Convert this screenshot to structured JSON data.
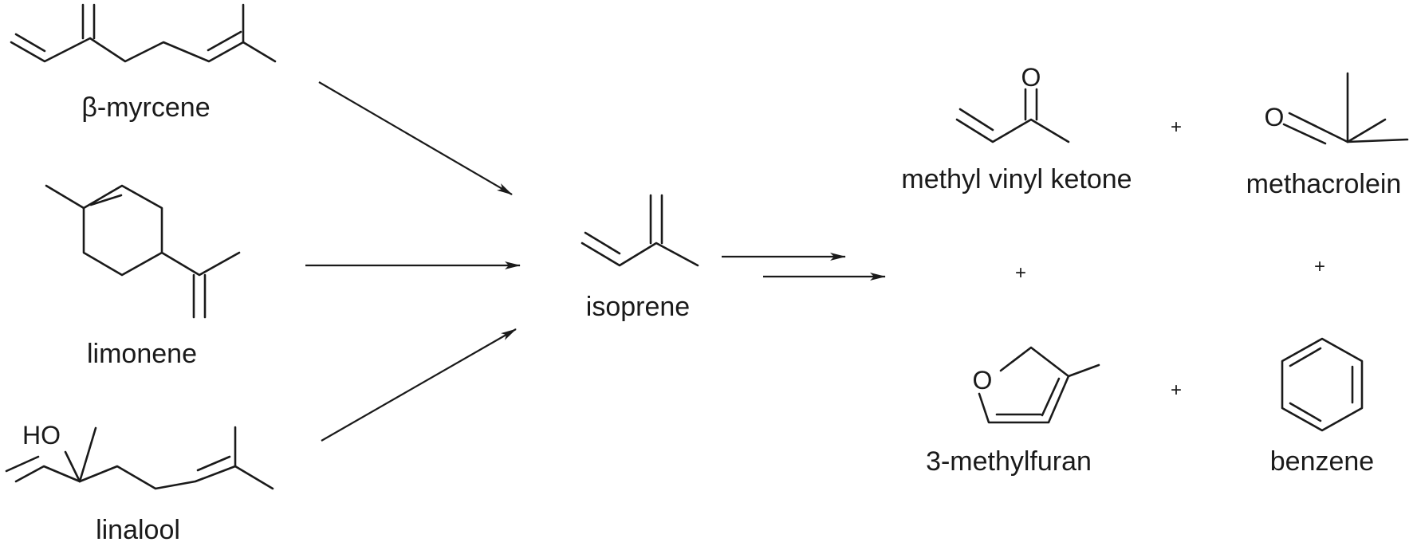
{
  "reactants": [
    {
      "name": "β-myrcene"
    },
    {
      "name": "limonene"
    },
    {
      "name": "linalool",
      "atom_label": "HO"
    }
  ],
  "intermediate": {
    "name": "isoprene"
  },
  "products": [
    {
      "name": "methyl vinyl ketone",
      "atom_label": "O"
    },
    {
      "name": "methacrolein",
      "atom_label": "O"
    },
    {
      "name": "3-methylfuran",
      "atom_label": "O"
    },
    {
      "name": "benzene"
    }
  ],
  "plus_sign": "+"
}
